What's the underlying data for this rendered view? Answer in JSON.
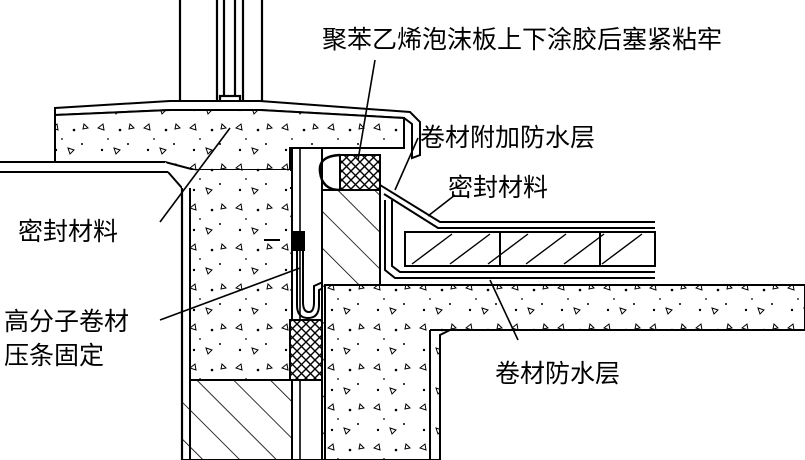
{
  "labels": {
    "top": "聚苯乙烯泡沫板上下涂胶后塞紧粘牢",
    "additional_layer": "卷材附加防水层",
    "sealant_right": "密封材料",
    "sealant_left": "密封材料",
    "polymer_line1": "高分子卷材",
    "polymer_line2": "压条固定",
    "membrane_layer": "卷材防水层"
  }
}
